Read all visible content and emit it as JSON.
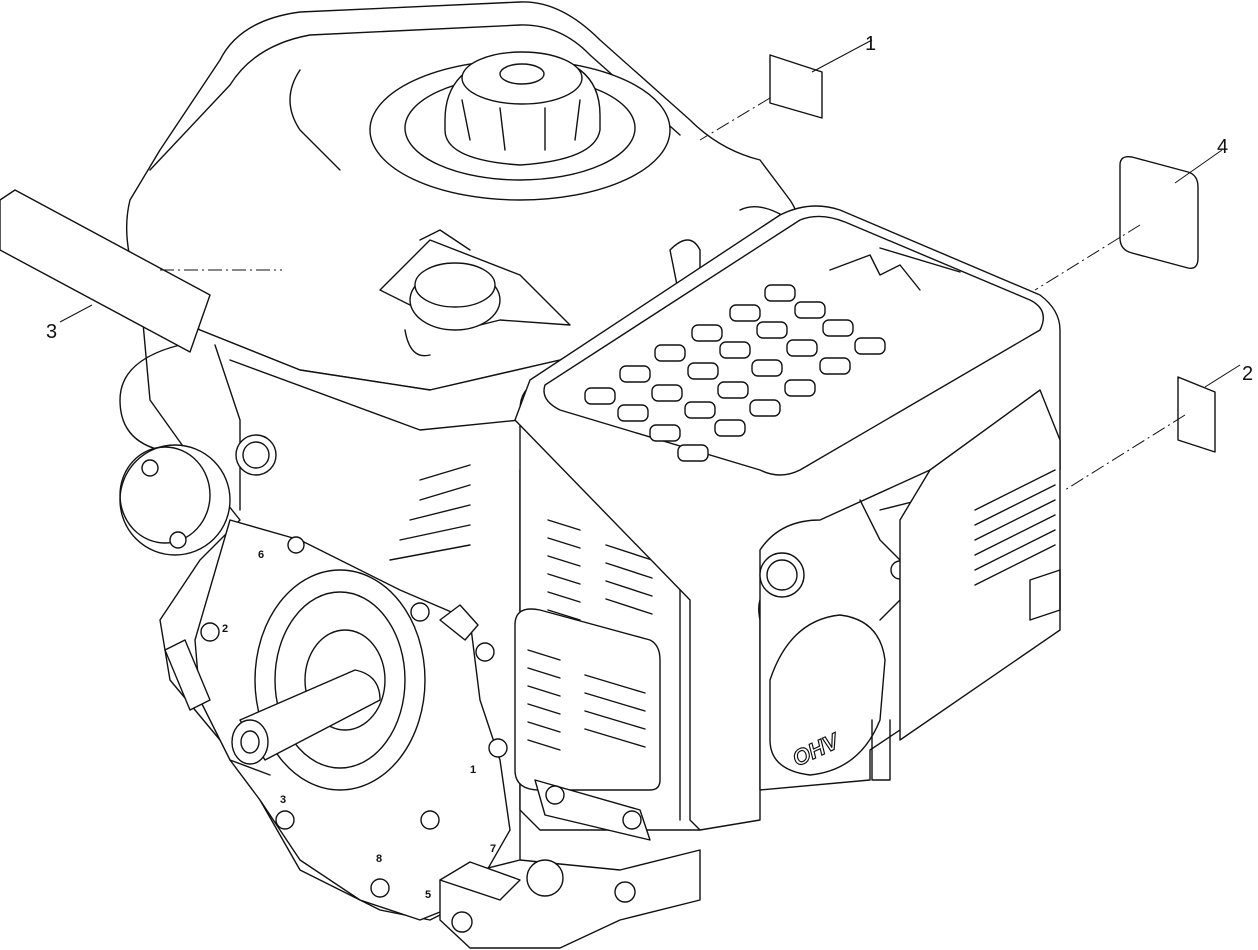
{
  "callouts": [
    {
      "id": "1",
      "label": "1"
    },
    {
      "id": "2",
      "label": "2"
    },
    {
      "id": "3",
      "label": "3"
    },
    {
      "id": "4",
      "label": "4"
    }
  ],
  "engine": {
    "cover_text": "OHV",
    "bolt_marks": [
      "6",
      "2",
      "3",
      "8",
      "5",
      "1",
      "7"
    ]
  }
}
